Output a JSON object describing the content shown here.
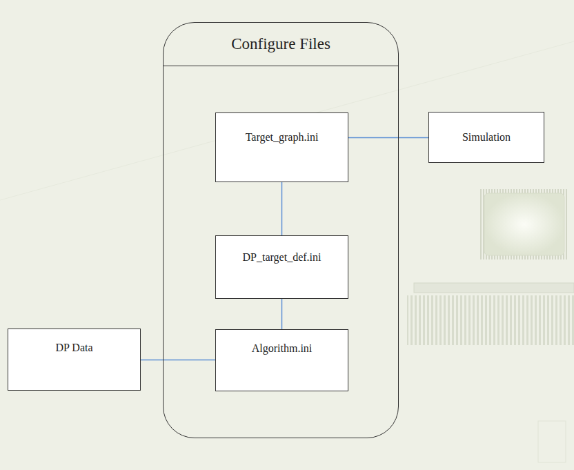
{
  "diagram": {
    "nodes": [
      {
        "text": [
          "Configure Files"
        ]
      },
      {
        "text": [
          "Target_graph.ini"
        ],
        "in": 0
      },
      {
        "text": [
          "DP_target_def.ini"
        ],
        "in": 0
      },
      {
        "text": [
          "Algorithm.ini"
        ],
        "in": 0
      },
      {
        "text": [
          "Simulation"
        ]
      },
      {
        "text": [
          "DP Data"
        ]
      }
    ],
    "edges": [
      {
        "from": 1,
        "to": 4,
        "arrow": "none"
      },
      {
        "from": 1,
        "to": 2,
        "arrow": "none"
      },
      {
        "from": 2,
        "to": 3,
        "arrow": "none"
      },
      {
        "from": 5,
        "to": 3,
        "arrow": "none"
      }
    ]
  }
}
